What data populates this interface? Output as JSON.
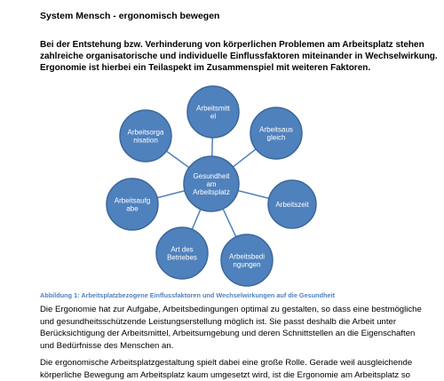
{
  "document": {
    "title": "System Mensch - ergonomisch bewegen",
    "intro_lines": [
      "Bei der Entstehung bzw. Verhinderung von körperlichen Problemen am Arbeitsplatz stehen",
      "zahlreiche organisatorische und individuelle Einflussfaktoren miteinander in Wechselwirkung.",
      "Ergonomie ist hierbei ein Teilaspekt im Zusammenspiel mit weiteren Faktoren."
    ],
    "caption": "Abbildung 1: Arbeitsplatzbezogene Einflussfaktoren und Wechselwirkungen auf die Gesundheit",
    "paragraph1_lines": [
      "Die Ergonomie hat zur Aufgabe, Arbeitsbedingungen optimal zu gestalten, so dass eine bestmögliche",
      "und gesundheitsschützende Leistungserstellung möglich ist. Sie passt deshalb die Arbeit unter",
      "Berücksichtigung der Arbeitsmittel, Arbeitsumgebung und deren Schnittstellen an die Eigenschaften",
      "und Bedürfnisse des Menschen an."
    ],
    "paragraph2_lines": [
      "Die ergonomische Arbeitsplatzgestaltung spielt dabei eine große Rolle. Gerade weil ausgleichende",
      "körperliche Bewegung am Arbeitsplatz kaum umgesetzt wird, ist die Ergonomie am Arbeitsplatz so"
    ]
  },
  "diagram": {
    "colors": {
      "node_fill": "#4f81bd",
      "node_stroke": "#3c679b",
      "connector": "#4f81bd",
      "text": "#ffffff",
      "caption": "#4f81bd"
    },
    "center": {
      "lines": [
        "Gesundheit",
        "am",
        "Arbeitsplatz"
      ]
    },
    "nodes": [
      {
        "id": "arbeitsmittel",
        "lines": [
          "Arbeitsmitt",
          "el"
        ]
      },
      {
        "id": "arbeitsausgleich",
        "lines": [
          "Arbeitsaus",
          "gleich"
        ]
      },
      {
        "id": "arbeitszeit",
        "lines": [
          "Arbeitszeit"
        ]
      },
      {
        "id": "arbeitsbedingungen",
        "lines": [
          "Arbeitsbedi",
          "ngungen"
        ]
      },
      {
        "id": "art-des-betriebes",
        "lines": [
          "Art des",
          "Betriebes"
        ]
      },
      {
        "id": "arbeitsaufgabe",
        "lines": [
          "Arbeitsaufg",
          "abe"
        ]
      },
      {
        "id": "arbeitsorganisation",
        "lines": [
          "Arbeitsorga",
          "nisation"
        ]
      }
    ]
  }
}
